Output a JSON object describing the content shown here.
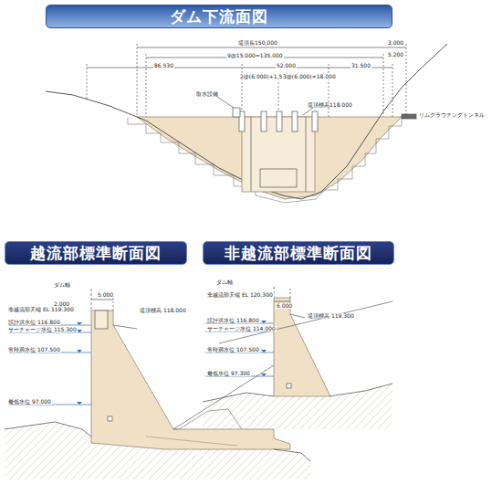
{
  "diagram": {
    "nodes": [
      {
        "text": [
          "ダム下流面図"
        ]
      },
      {
        "text": [
          "越流部標準断面図"
        ]
      },
      {
        "text": [
          "非越流部標準断面図"
        ]
      }
    ],
    "labels": [
      "3.000",
      "堤頂長150,000",
      "5.200",
      "9@15.000=135.000",
      "86.530",
      "52.000",
      "31.500",
      "2@(6.000)+1.500",
      "3@(6.000)=18.000",
      "取水設備",
      "堤頂標高118.000",
      "リムグラウチングトンネル",
      "ダム軸",
      "5.000",
      "2.000",
      "非越流部天端 EL 119.300",
      "堤頂標高 118.000",
      "設計洪水位 116.800",
      "サーチャージ水位 115.300",
      "常時満水位 107.500",
      "最低水位 97.000",
      "ダム軸",
      "6.000",
      "非越流部天端 EL 120.300",
      "堤頂標高 119.300",
      "設計洪水位 116.800",
      "サーチャージ水位 114.000",
      "常時満水位 107.500",
      "最低水位 97.300"
    ]
  }
}
